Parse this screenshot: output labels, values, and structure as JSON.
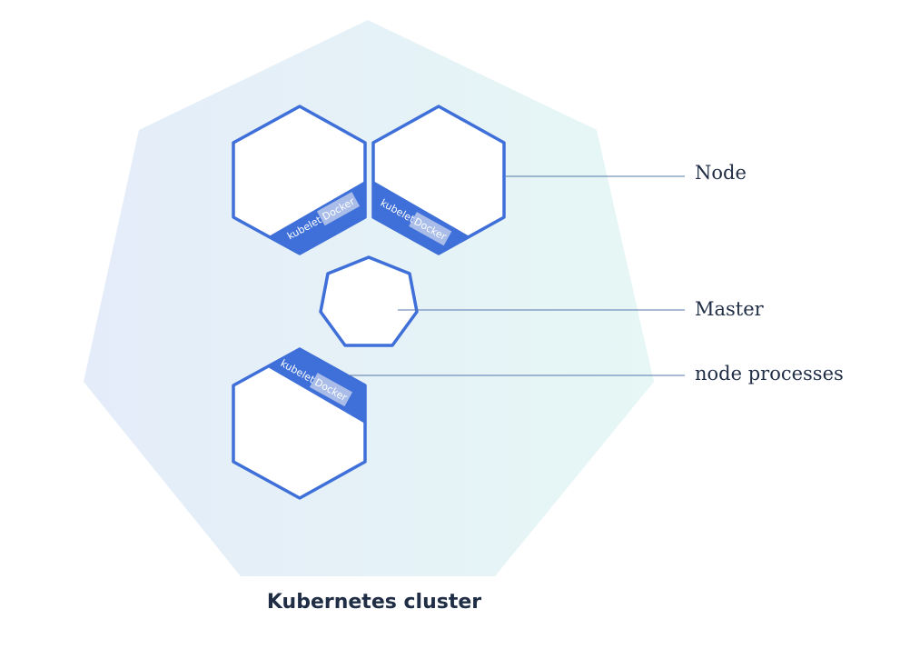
{
  "diagram": {
    "title": "Kubernetes cluster",
    "callouts": {
      "node": "Node",
      "master": "Master",
      "node_processes": "node processes"
    },
    "node_tags": {
      "kubelet": "kubelet",
      "docker": "Docker"
    },
    "colors": {
      "cluster_gradient_left": "#e4ecf9",
      "cluster_gradient_right": "#e6f7f5",
      "node_stroke": "#3f6fd8",
      "band_fill": "#3f6fd8",
      "docker_box": "#a9bde8",
      "label_text": "#1f2d45",
      "leader_line": "#5577aa"
    }
  }
}
